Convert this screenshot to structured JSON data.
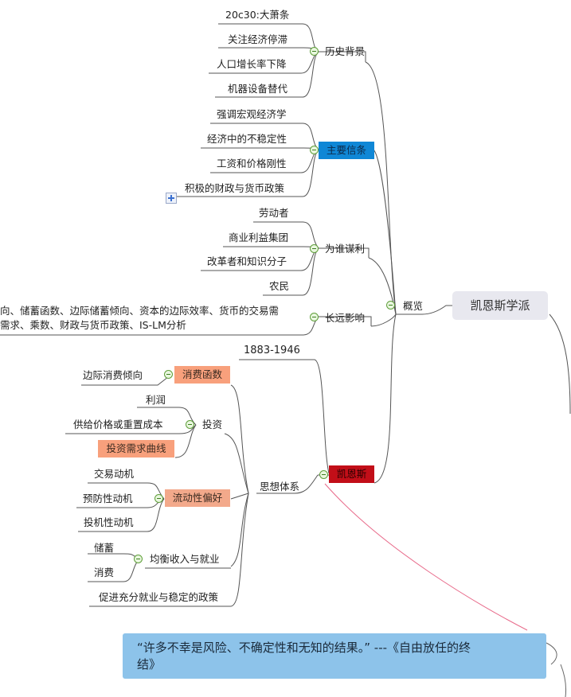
{
  "root": "凯恩斯学派",
  "overview": {
    "label": "概览",
    "history": {
      "label": "历史背景",
      "items": [
        "20c30:大萧条",
        "关注经济停滞",
        "人口增长率下降",
        "机器设备替代"
      ]
    },
    "beliefs": {
      "label": "主要信条",
      "items": [
        "强调宏观经济学",
        "经济中的不稳定性",
        "工资和价格刚性",
        "积极的财政与货币政策"
      ]
    },
    "for_whom": {
      "label": "为谁谋利",
      "items": [
        "劳动者",
        "商业利益集团",
        "改革者和知识分子",
        "农民"
      ]
    },
    "influence": {
      "label": "长远影响",
      "text_line1": "向、储蓄函数、边际储蓄倾向、资本的边际效率、货币的交易需",
      "text_line2": "需求、乘数、财政与货币政策、IS-LM分析"
    }
  },
  "keynes": {
    "label": "凯恩斯",
    "years": "1883-1946",
    "thought": {
      "label": "思想体系",
      "consumption": {
        "label": "消费函数",
        "items": [
          "边际消费倾向"
        ]
      },
      "investment": {
        "label": "投资",
        "items": [
          "利润",
          "供给价格或重置成本"
        ],
        "curve": "投资需求曲线"
      },
      "liquidity": {
        "label": "流动性偏好",
        "items": [
          "交易动机",
          "预防性动机",
          "投机性动机"
        ]
      },
      "equilibrium": {
        "label": "均衡收入与就业",
        "items": [
          "储蓄",
          "消费"
        ]
      },
      "policy": "促进充分就业与稳定的政策"
    }
  },
  "quote": {
    "line1": "“许多不幸是风险、不确定性和无知的结果。” ---《自由放任的终",
    "line2": "结》"
  },
  "colors": {
    "beliefs_box": "#0f87d6",
    "consumption_box": "#f8a07c",
    "liquidity_box": "#f3a98b",
    "keynes_box": "#c20e18",
    "callout": "#8dc3ea",
    "toggle": "#5f9f3a"
  }
}
